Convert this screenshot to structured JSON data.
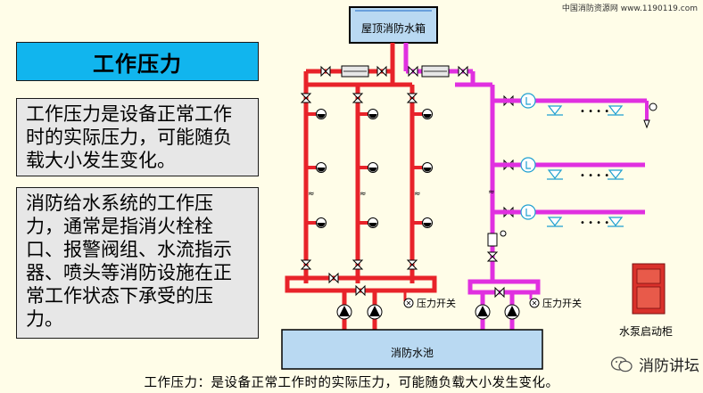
{
  "site_url": "中国消防资源网 www.1190119.com",
  "title": "工作压力",
  "definition": "工作压力是设备正常工作时的实际压力，可能随负载大小发生变化。",
  "explanation": "消防给水系统的工作压力，通常是指消火栓栓口、报警阀组、水流指示器、喷头等消防设施在正常工作状态下承受的压力。",
  "diagram": {
    "roof_tank_label": "屋顶消防水箱",
    "pool_label": "消防水池",
    "pressure_switch_label_1": "压力开关",
    "pressure_switch_label_2": "压力开关",
    "pump_cabinet_label": "水泵启动柜",
    "sprinkler_dots": "• • • •",
    "colors": {
      "hydrant_pipe": "#E8232A",
      "sprinkler_pipe": "#E030E0",
      "tank_fill": "#B9D9F2"
    }
  },
  "watermark": "消防讲坛",
  "caption": "工作压力：是设备正常工作时的实际压力，可能随负载大小发生变化。"
}
